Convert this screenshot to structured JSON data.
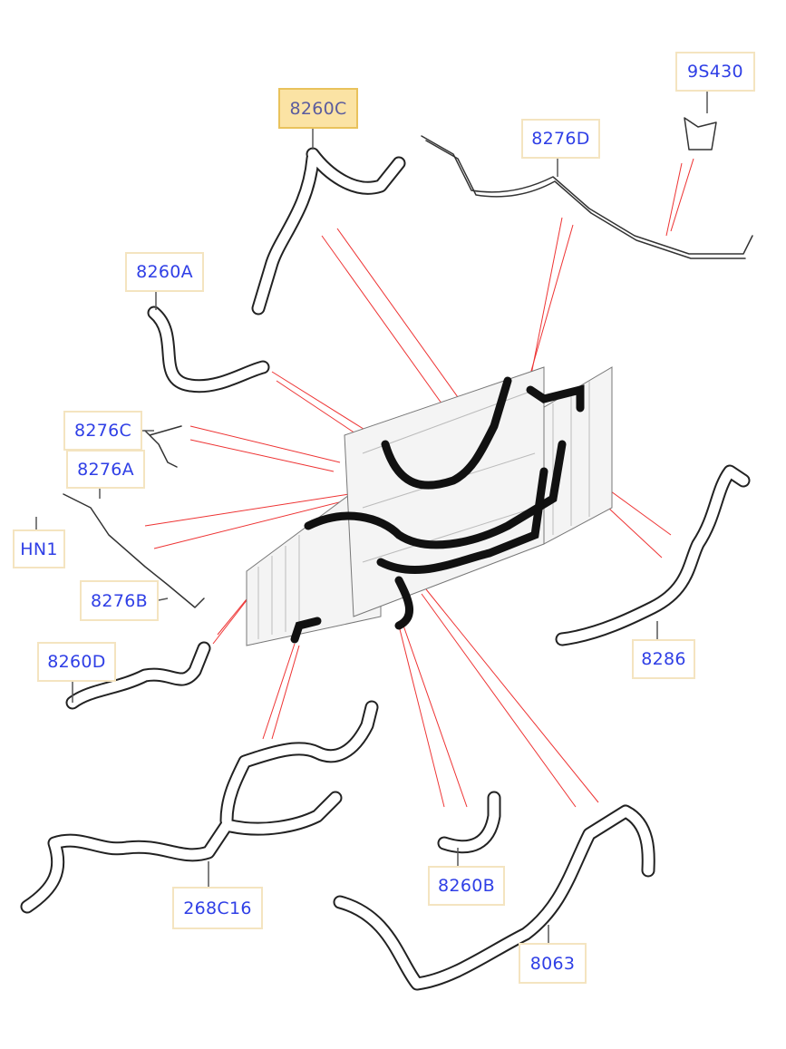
{
  "diagram": {
    "selected_part": "8260C",
    "colors": {
      "label_text": "#2f3fe6",
      "label_border": "#f4e4c0",
      "selected_fill": "#fbe3a4",
      "leader_line": "#ee3333"
    },
    "callouts": [
      {
        "id": "9S430",
        "label": "9S430"
      },
      {
        "id": "8260C",
        "label": "8260C",
        "selected": true
      },
      {
        "id": "8276D",
        "label": "8276D"
      },
      {
        "id": "8260A",
        "label": "8260A"
      },
      {
        "id": "8276C",
        "label": "8276C"
      },
      {
        "id": "8276A",
        "label": "8276A"
      },
      {
        "id": "HN1",
        "label": "HN1"
      },
      {
        "id": "8276B",
        "label": "8276B"
      },
      {
        "id": "8260D",
        "label": "8260D"
      },
      {
        "id": "8286",
        "label": "8286"
      },
      {
        "id": "268C16",
        "label": "268C16"
      },
      {
        "id": "8260B",
        "label": "8260B"
      },
      {
        "id": "8063",
        "label": "8063"
      }
    ]
  }
}
